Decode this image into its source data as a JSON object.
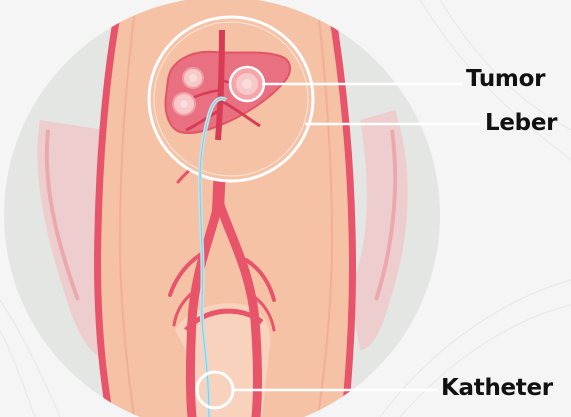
{
  "labels": {
    "tumor": "Tumor",
    "leber": "Leber",
    "katheter": "Katheter"
  },
  "colors": {
    "background": "#f4f5f4",
    "circle_background": "#e4e6e4",
    "skin": "#f6c2a6",
    "skin_light": "#f9d2bd",
    "artery": "#e8546a",
    "artery_dark": "#d83c55",
    "liver": "#e97080",
    "liver_light": "#f29aa6",
    "tumor_fill": "#f7c9c9",
    "catheter": "#bfe3ec",
    "callout_line": "#ffffff",
    "label_text": "#111111"
  },
  "icons": [
    "liver-icon",
    "tumor-icon",
    "catheter-icon",
    "artery-icon"
  ]
}
